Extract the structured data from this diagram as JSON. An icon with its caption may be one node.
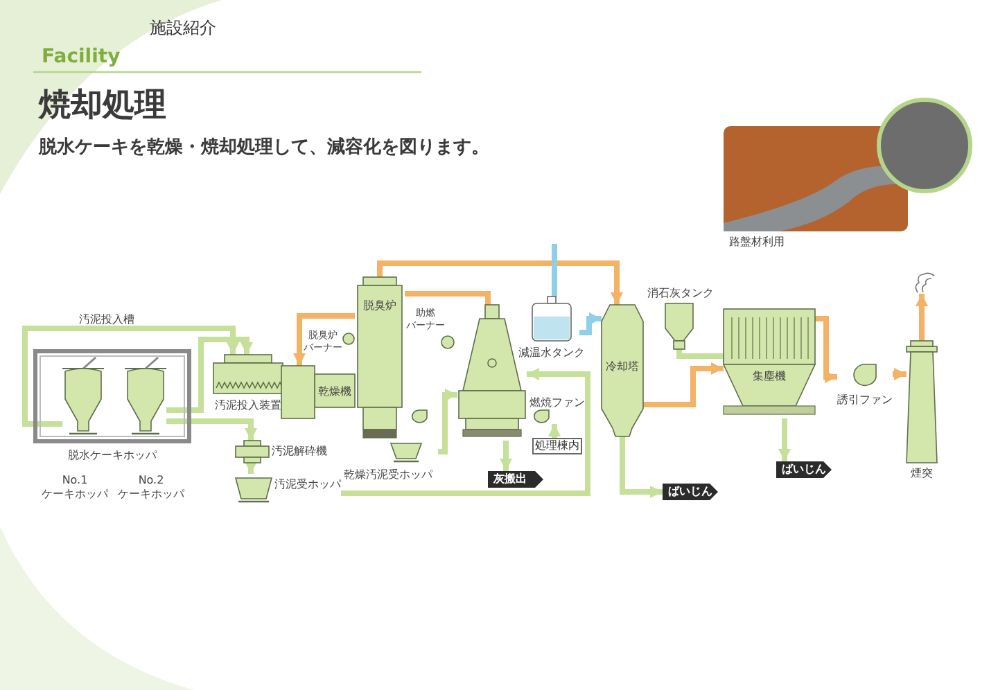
{
  "diagram": {
    "title": "焼却処理",
    "caption": "脱水ケーキを乾燥・焼却処理して、減容化を図ります。",
    "nodes": [
      {
        "text": [
          "脱水ケーキホッパ"
        ]
      },
      {
        "text": [],
        "shape": "picture",
        "in": 0,
        "beside": [
          "No.1 ケーキホッパ"
        ]
      },
      {
        "text": [],
        "shape": "picture",
        "in": 0,
        "beside": [
          "No.2 ケーキホッパ"
        ]
      },
      {
        "text": [
          "汚泥投入装置"
        ]
      },
      {
        "text": [
          "乾燥機"
        ]
      },
      {
        "text": [
          "脱臭炉"
        ]
      },
      {
        "text": [
          "汚泥解砕機"
        ]
      },
      {
        "text": [
          "汚泥受ホッパ"
        ]
      },
      {
        "text": [
          "乾燥汚泥受ホッパ"
        ]
      },
      {
        "text": [],
        "shape": "picture"
      },
      {
        "text": [
          "燃焼ファン"
        ]
      },
      {
        "text": [
          "処理棟内"
        ]
      },
      {
        "text": [
          "灰搬出"
        ]
      },
      {
        "text": [
          "減温水タンク"
        ]
      },
      {
        "text": [
          "冷却塔"
        ]
      },
      {
        "text": [
          "消石灰タンク"
        ]
      },
      {
        "text": [
          "集塵機"
        ]
      },
      {
        "text": [
          "誘引ファン"
        ]
      },
      {
        "text": [
          "煙突"
        ]
      },
      {
        "text": [
          "ばいじん"
        ]
      },
      {
        "text": [
          "ばいじん"
        ]
      },
      {
        "text": [
          "路盤材利用"
        ]
      },
      {
        "text": [],
        "shape": "picture"
      }
    ],
    "edges": [
      {
        "from": 1,
        "to": 3,
        "arrow": "to"
      },
      {
        "from": 2,
        "to": 3,
        "arrow": "to"
      },
      {
        "from": 2,
        "to": 6,
        "arrow": "to"
      },
      {
        "from": 6,
        "to": 7,
        "arrow": "to"
      },
      {
        "from": 7,
        "to": 9,
        "arrow": "to"
      },
      {
        "from": 8,
        "to": 9,
        "arrow": "to"
      },
      {
        "from": 11,
        "to": 10,
        "arrow": "to"
      },
      {
        "from": 9,
        "to": 12,
        "arrow": "to"
      },
      {
        "from": 9,
        "to": 5,
        "arrow": "none",
        "color": "#f4b266"
      },
      {
        "from": 5,
        "to": 4,
        "arrow": "to",
        "color": "#f4b266"
      },
      {
        "from": 5,
        "to": 14,
        "arrow": "to",
        "color": "#f4b266"
      },
      {
        "from": null,
        "to": 13,
        "arrow": "none",
        "color": "#8fd0e8"
      },
      {
        "from": 13,
        "to": 14,
        "arrow": "to",
        "color": "#8fd0e8"
      },
      {
        "from": 14,
        "to": 16,
        "arrow": "to",
        "color": "#f4b266"
      },
      {
        "from": 15,
        "to": 16,
        "arrow": "none"
      },
      {
        "from": 16,
        "to": 17,
        "arrow": "to",
        "color": "#f4b266"
      },
      {
        "from": 17,
        "to": 18,
        "arrow": "to",
        "color": "#f4b266"
      },
      {
        "from": 18,
        "to": 22,
        "arrow": "to",
        "color": "#f4b266"
      },
      {
        "from": 14,
        "to": 19,
        "arrow": "to"
      },
      {
        "from": 16,
        "to": 20,
        "arrow": "to"
      }
    ],
    "labels": [
      "施設紹介",
      "Facility",
      "汚泥投入槽",
      "脱臭炉バーナー",
      "助燃バーナー"
    ]
  }
}
